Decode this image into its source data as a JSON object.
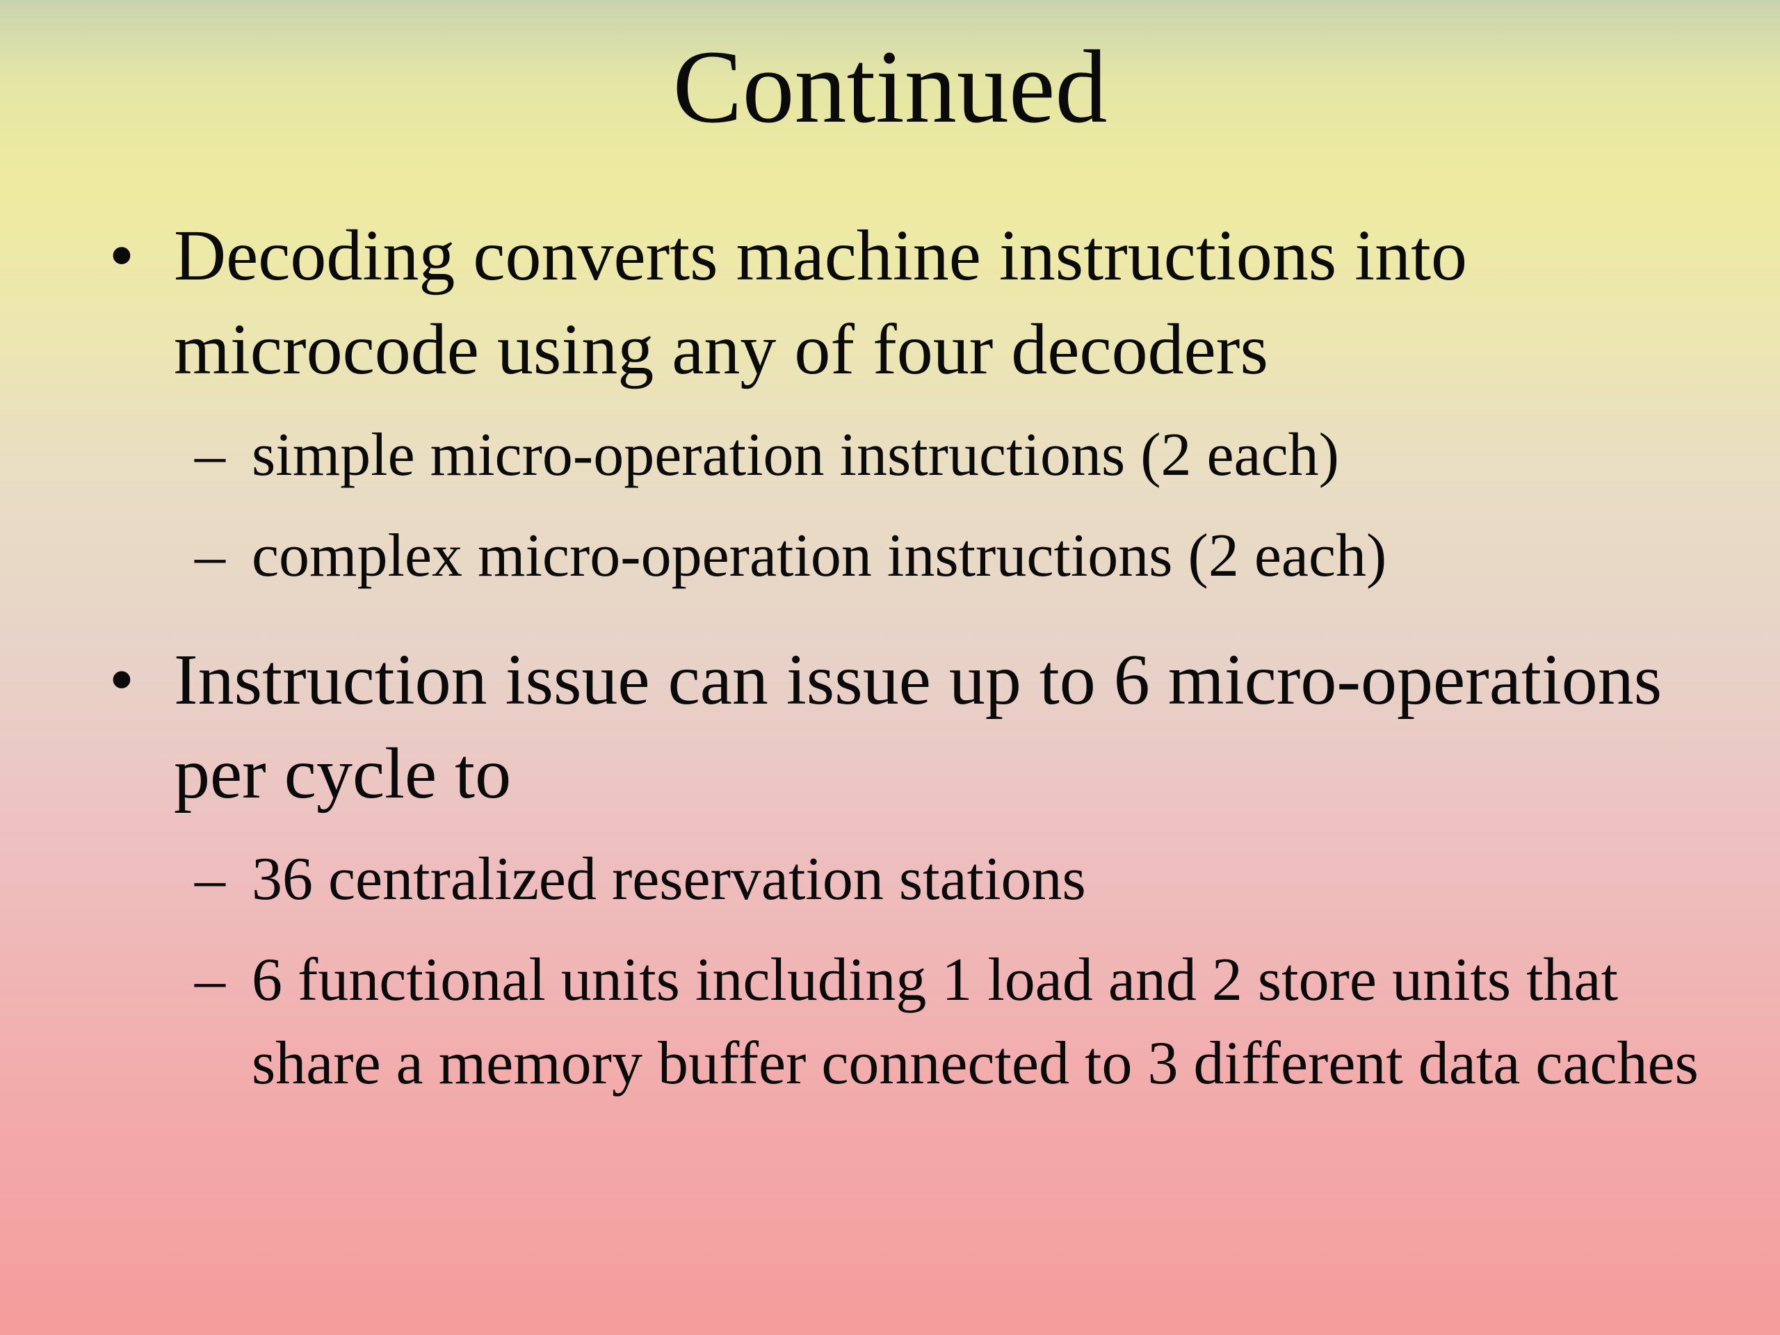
{
  "slide": {
    "title": "Continued",
    "bullets": [
      {
        "marker": "•",
        "text": "Decoding converts machine instructions into microcode using any of four decoders",
        "subitems": [
          {
            "marker": "–",
            "text": "simple micro-operation instructions (2 each)"
          },
          {
            "marker": "–",
            "text": "complex micro-operation instructions (2 each)"
          }
        ]
      },
      {
        "marker": "•",
        "text": "Instruction issue can issue up to 6 micro-operations per cycle to",
        "subitems": [
          {
            "marker": "–",
            "text": "36 centralized reservation stations"
          },
          {
            "marker": "–",
            "text": "6 functional units including 1 load and 2 store units that share a memory buffer connected to 3 different data caches"
          }
        ]
      }
    ]
  }
}
